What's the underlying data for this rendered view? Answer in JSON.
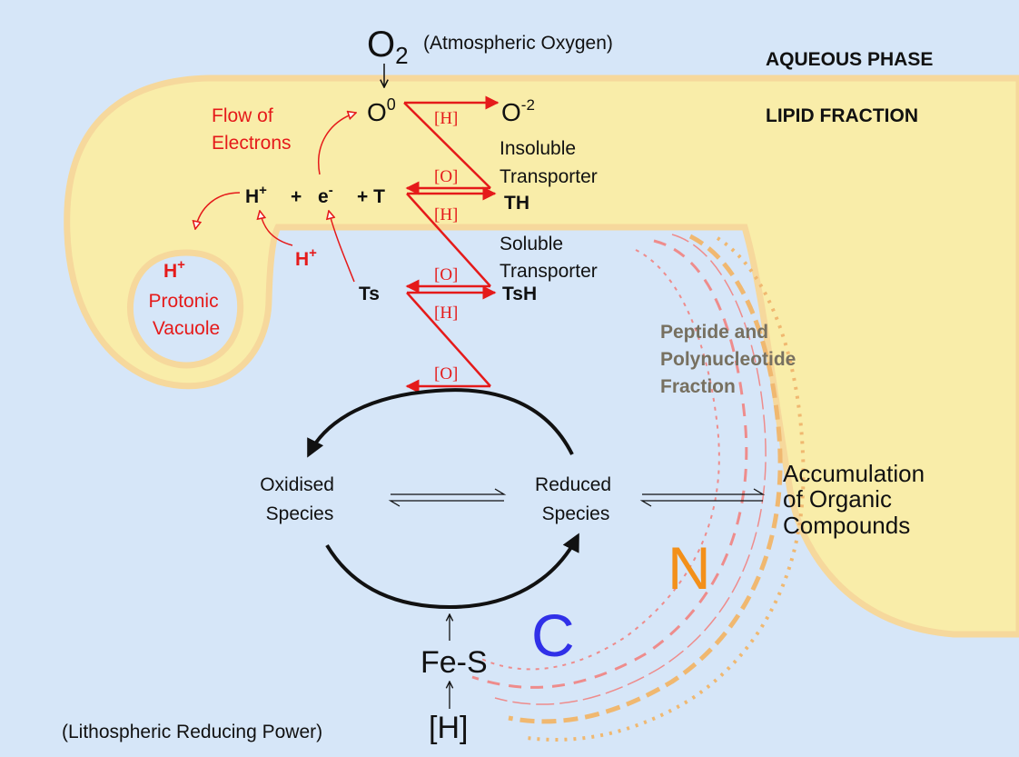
{
  "labels": {
    "o2_main": "O",
    "o2_sub": "2",
    "atmospheric_oxygen": "(Atmospheric Oxygen)",
    "aqueous_phase": "AQUEOUS PHASE",
    "lipid_fraction": "LIPID FRACTION",
    "o_zero": "O",
    "o_zero_sup": "0",
    "o_minus2": "O",
    "o_minus2_sup": "-2",
    "flow_of_electrons_1": "Flow of",
    "flow_of_electrons_2": "Electrons",
    "insoluble_transporter_1": "Insoluble",
    "insoluble_transporter_2": "Transporter",
    "th": "TH",
    "equation_h": "H",
    "equation_h_sup": "+",
    "equation_plus1": "+",
    "equation_e": "e",
    "equation_e_sup": "-",
    "equation_plus_t": "+ T",
    "soluble_transporter_1": "Soluble",
    "soluble_transporter_2": "Transporter",
    "ts": "Ts",
    "tsh": "TsH",
    "vacuole_h": "H",
    "vacuole_h_sup": "+",
    "protonic_vacuole_1": "Protonic",
    "protonic_vacuole_2": "Vacuole",
    "free_h": "H",
    "free_h_sup": "+",
    "bracket_h": "[H]",
    "bracket_o": "[O]",
    "peptide_1": "Peptide and",
    "peptide_2": "Polynucleotide",
    "peptide_3": "Fraction",
    "oxidised_1": "Oxidised",
    "oxidised_2": "Species",
    "reduced_1": "Reduced",
    "reduced_2": "Species",
    "accumulation_1": "Accumulation",
    "accumulation_2": "of Organic",
    "accumulation_3": "Compounds",
    "letter_n": "N",
    "letter_c": "C",
    "fe_s": "Fe-S",
    "h_bracket_bottom": "[H]",
    "lithospheric": "(Lithospheric Reducing Power)"
  },
  "colors": {
    "aqueous": "#d6e6f8",
    "lipid": "#f9eda9",
    "lipid_edge": "#f6d89c",
    "red": "#e51a1a",
    "black": "#111111",
    "blue_c": "#3030e8",
    "orange_n": "#f3901a",
    "olive_text": "#777060",
    "pink": "#ee8c8c",
    "tan": "#f0b870"
  }
}
